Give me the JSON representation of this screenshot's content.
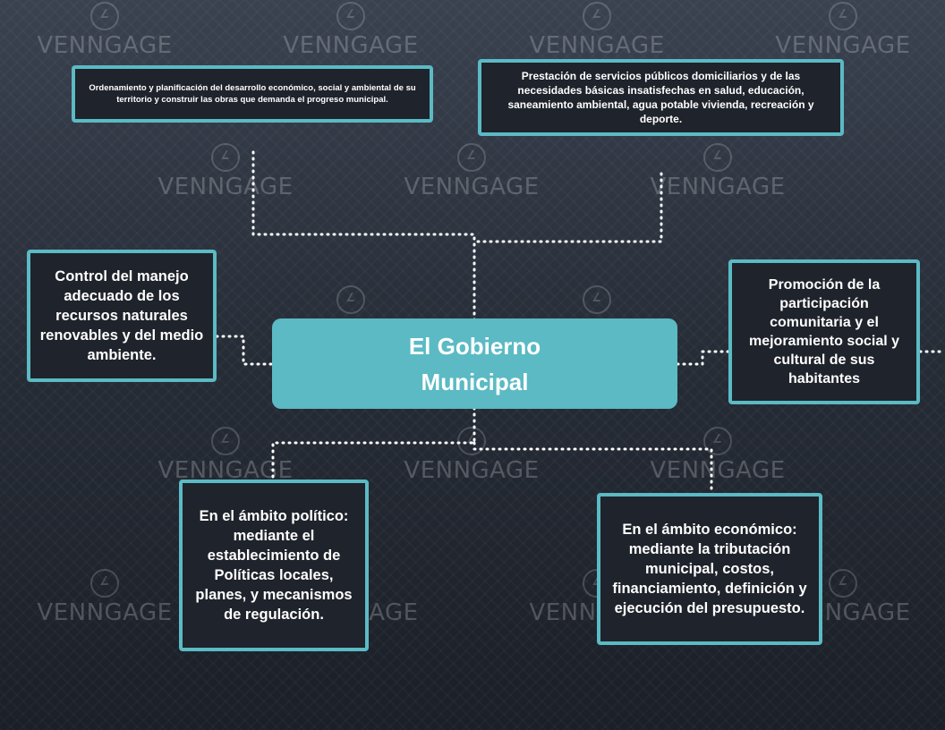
{
  "watermark": {
    "brand": "VENNGAGE"
  },
  "center": {
    "title": "El  Gobierno Municipal"
  },
  "nodes": {
    "ordenamiento": "Ordenamiento y planificación del desarrollo económico, social y ambiental de su territorio y construir las obras que demanda el progreso municipal.",
    "servicios": "Prestación de servicios públicos domiciliarios y de las necesidades básicas insatisfechas en salud, educación, saneamiento ambiental, agua potable vivienda, recreación y deporte.",
    "control": "Control del manejo adecuado de los recursos naturales renovables y del medio ambiente.",
    "promocion": "Promoción de la participación comunitaria y el mejoramiento social y cultural de sus habitantes",
    "politico": "En el ámbito político: mediante el establecimiento de Políticas locales, planes, y mecanismos de regulación.",
    "economico": "En el ámbito económico: mediante la tributación municipal, costos, financiamiento, definición y ejecución del presupuesto."
  },
  "colors": {
    "accent": "#5bbac4",
    "box_fill": "#1f232b",
    "text": "#ffffff"
  }
}
